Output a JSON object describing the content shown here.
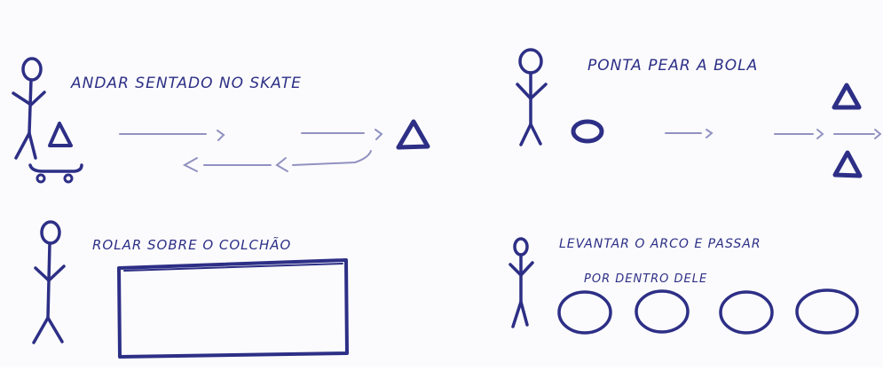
{
  "panels": {
    "skate": {
      "caption": "ANDAR SENTADO NO SKATE",
      "icons": [
        "stick-figure-icon",
        "skateboard-icon",
        "triangle-cone-icon",
        "dashed-arrow-icon"
      ]
    },
    "kick": {
      "caption": "PONTA PEAR A BOLA",
      "icons": [
        "stick-figure-icon",
        "ball-icon",
        "triangle-cone-icon",
        "dashed-arrow-icon"
      ]
    },
    "roll": {
      "caption": "ROLAR SOBRE O COLCHÃO",
      "icons": [
        "stick-figure-icon",
        "mattress-rectangle-icon"
      ]
    },
    "hoops": {
      "caption_line1": "LEVANTAR O ARCO E PASSAR",
      "caption_line2": "POR DENTRO DELE",
      "icons": [
        "stick-figure-icon",
        "hoop-icon"
      ]
    }
  },
  "colors": {
    "ink": "#2d2f86",
    "paper": "#fbfbfd"
  }
}
